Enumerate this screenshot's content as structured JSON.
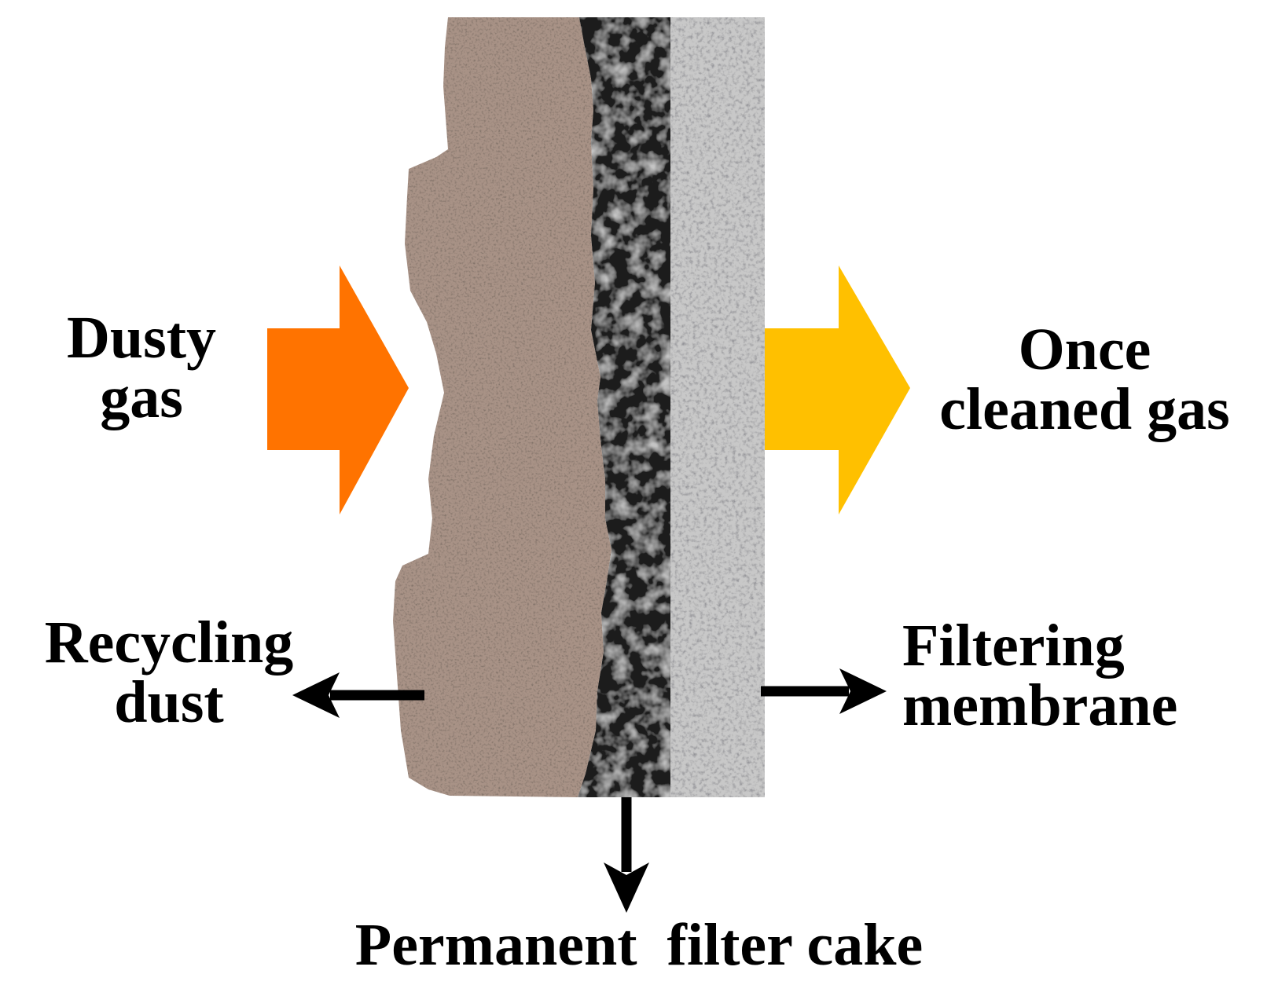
{
  "labels": {
    "dusty_gas": [
      "Dusty",
      "gas"
    ],
    "once_cleaned_gas": [
      "Once",
      "cleaned gas"
    ],
    "recycling_dust": [
      "Recycling",
      "dust"
    ],
    "filtering_membrane": [
      "Filtering",
      "membrane"
    ],
    "permanent_filter_cake": "Permanent  filter cake"
  },
  "colors": {
    "inlet_arrow": "#ff7300",
    "outlet_arrow": "#ffc000",
    "dust_layer": "#a89286",
    "cake_layer": "#1b1b1b",
    "membrane_layer": "#c8c8c8",
    "pointer_arrows": "#000000"
  }
}
